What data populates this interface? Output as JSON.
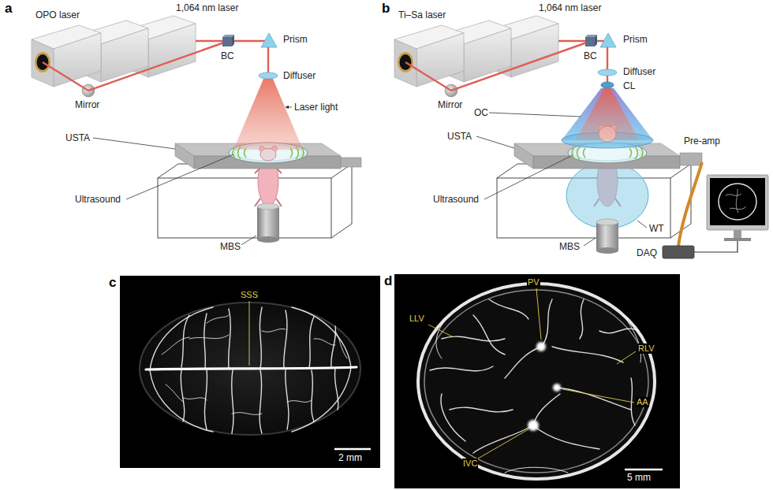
{
  "diagram": {
    "nodes": [
      {
        "text": [
          "c",
          "SSS",
          "2 mm"
        ]
      },
      {
        "text": [
          "d",
          "LLV",
          "PV",
          "RLV",
          "AA",
          "IVC",
          "5 mm"
        ]
      }
    ],
    "labels": [
      "a",
      "OPO laser",
      "1,064 nm laser",
      "BC",
      "Mirror",
      "Prism",
      "Diffuser",
      "Laser light",
      "USTA",
      "Ultrasound",
      "MBS",
      "b",
      "Ti–Sa laser",
      "1,064 nm laser",
      "BC",
      "Mirror",
      "Prism",
      "Diffuser",
      "CL",
      "OC",
      "Pre-amp",
      "USTA",
      "Ultrasound",
      "MBS",
      "WT",
      "DAQ"
    ]
  }
}
